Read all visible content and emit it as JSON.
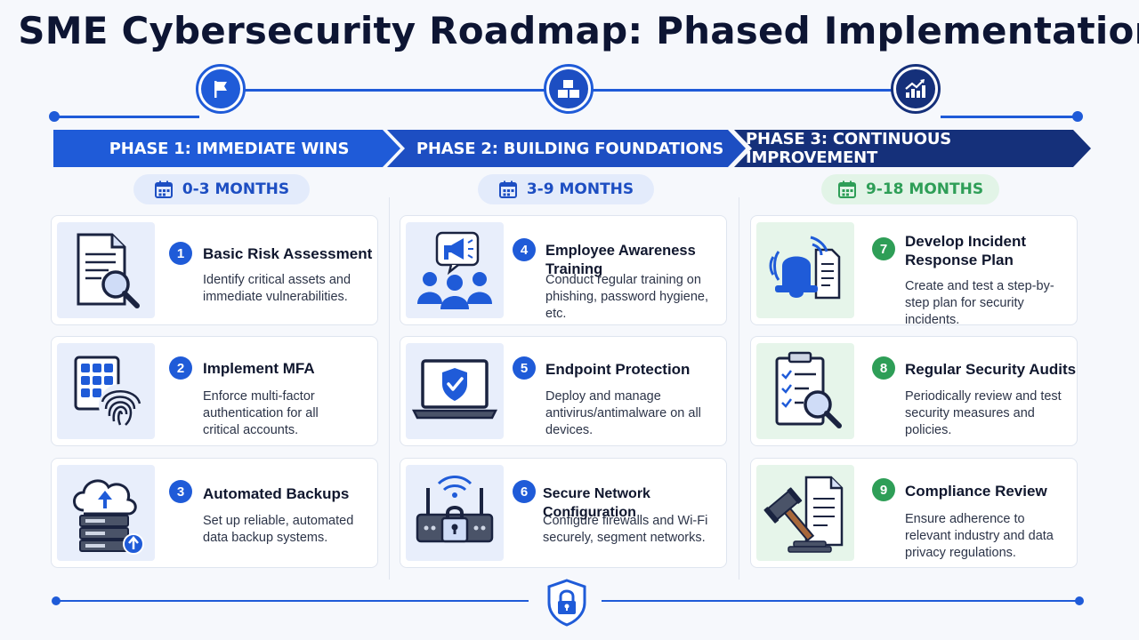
{
  "title": "SME Cybersecurity Roadmap: Phased Implementation",
  "colors": {
    "blue_primary": "#1f5bd8",
    "blue_mid": "#1d4ec2",
    "navy": "#15307a",
    "green": "#2e9e57",
    "light_blue_bg": "#e8eefb",
    "light_green_bg": "#e6f5ea"
  },
  "phases": [
    {
      "label": "PHASE 1: IMMEDIATE WINS",
      "duration": "0-3 MONTHS",
      "icon": "flag-icon"
    },
    {
      "label": "PHASE 2: BUILDING FOUNDATIONS",
      "duration": "3-9 MONTHS",
      "icon": "blocks-icon"
    },
    {
      "label": "PHASE 3: CONTINUOUS IMPROVEMENT",
      "duration": "9-18 MONTHS",
      "icon": "growth-chart-icon"
    }
  ],
  "cards": [
    {
      "num": "1",
      "title": "Basic Risk Assessment",
      "desc": "Identify critical assets and immediate vulnerabilities.",
      "icon": "document-search-icon"
    },
    {
      "num": "2",
      "title": "Implement MFA",
      "desc": "Enforce multi-factor authentication for all critical accounts.",
      "icon": "fingerprint-icon"
    },
    {
      "num": "3",
      "title": "Automated Backups",
      "desc": "Set up reliable, automated data backup systems.",
      "icon": "cloud-backup-icon"
    },
    {
      "num": "4",
      "title": "Employee Awareness Training",
      "desc": "Conduct regular training on phishing, password hygiene, etc.",
      "icon": "megaphone-team-icon"
    },
    {
      "num": "5",
      "title": "Endpoint Protection",
      "desc": "Deploy and manage antivirus/antimalware on all devices.",
      "icon": "laptop-shield-icon"
    },
    {
      "num": "6",
      "title": "Secure Network Configuration",
      "desc": "Configure firewalls and Wi-Fi securely, segment networks.",
      "icon": "router-lock-icon"
    },
    {
      "num": "7",
      "title": "Develop Incident Response Plan",
      "desc": "Create and test a step-by-step plan for security incidents.",
      "icon": "alarm-bell-icon"
    },
    {
      "num": "8",
      "title": "Regular Security Audits",
      "desc": "Periodically review and test security measures and policies.",
      "icon": "checklist-audit-icon"
    },
    {
      "num": "9",
      "title": "Compliance Review",
      "desc": "Ensure adherence to relevant industry and data privacy regulations.",
      "icon": "gavel-document-icon"
    }
  ]
}
